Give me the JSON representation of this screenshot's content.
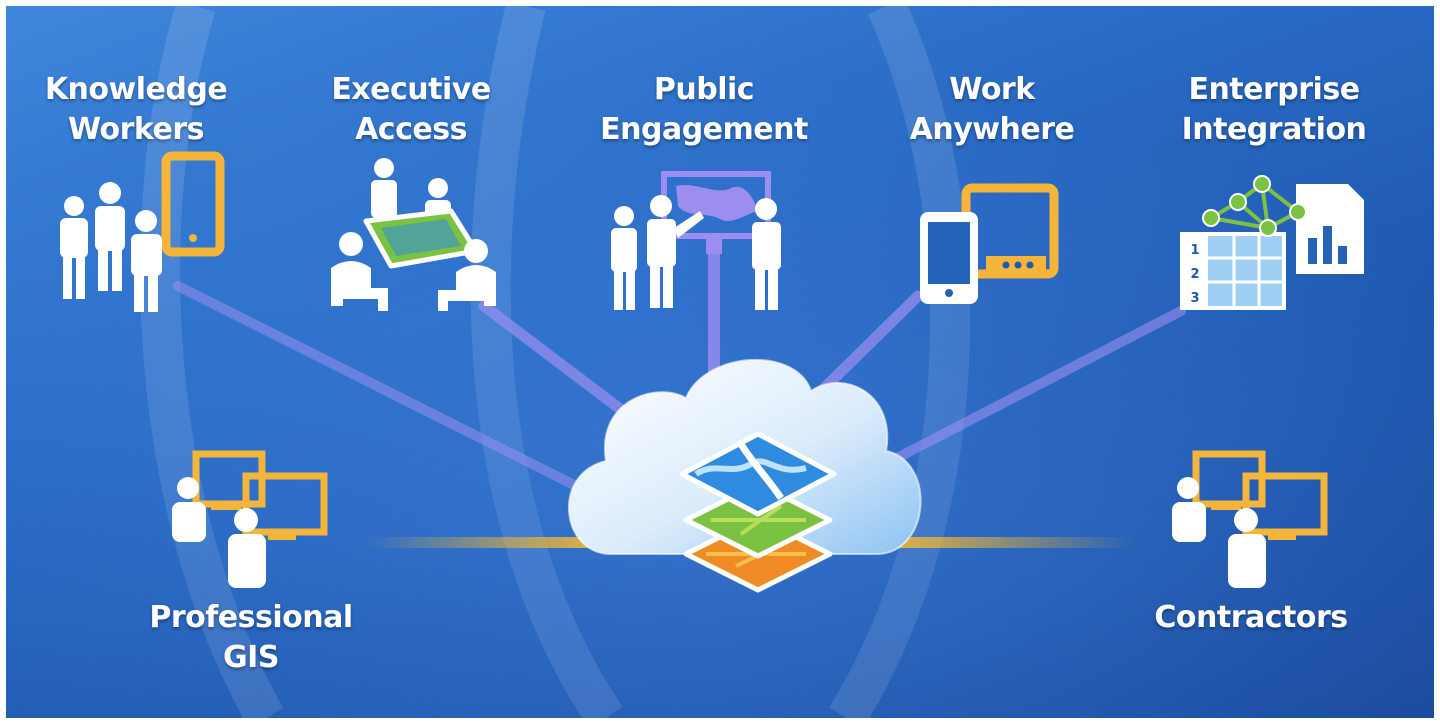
{
  "nodes": {
    "knowledge_workers": {
      "line1": "Knowledge",
      "line2": "Workers",
      "icon": "people-with-tablet-icon"
    },
    "executive_access": {
      "line1": "Executive",
      "line2": "Access",
      "icon": "meeting-table-icon"
    },
    "public_engagement": {
      "line1": "Public",
      "line2": "Engagement",
      "icon": "presentation-icon"
    },
    "work_anywhere": {
      "line1": "Work",
      "line2": "Anywhere",
      "icon": "phone-and-tablet-icon"
    },
    "enterprise_integration": {
      "line1": "Enterprise",
      "line2": "Integration",
      "icon": "data-network-report-icon"
    },
    "professional_gis": {
      "line1": "Professional",
      "line2": "GIS",
      "icon": "users-with-monitors-icon"
    },
    "contractors": {
      "line1": "Contractors",
      "line2": "",
      "icon": "users-with-monitors-icon"
    }
  },
  "hub": {
    "icon": "cloud-map-layers-icon"
  },
  "colors": {
    "background": "#2563b8",
    "connector_purple": "#9b8ef0",
    "connector_gold": "#f2b733",
    "device_gold": "#f4b53a",
    "figure_white": "#ffffff",
    "map_green": "#7cc242",
    "map_blue": "#2f8be0",
    "map_orange": "#f08a24"
  }
}
